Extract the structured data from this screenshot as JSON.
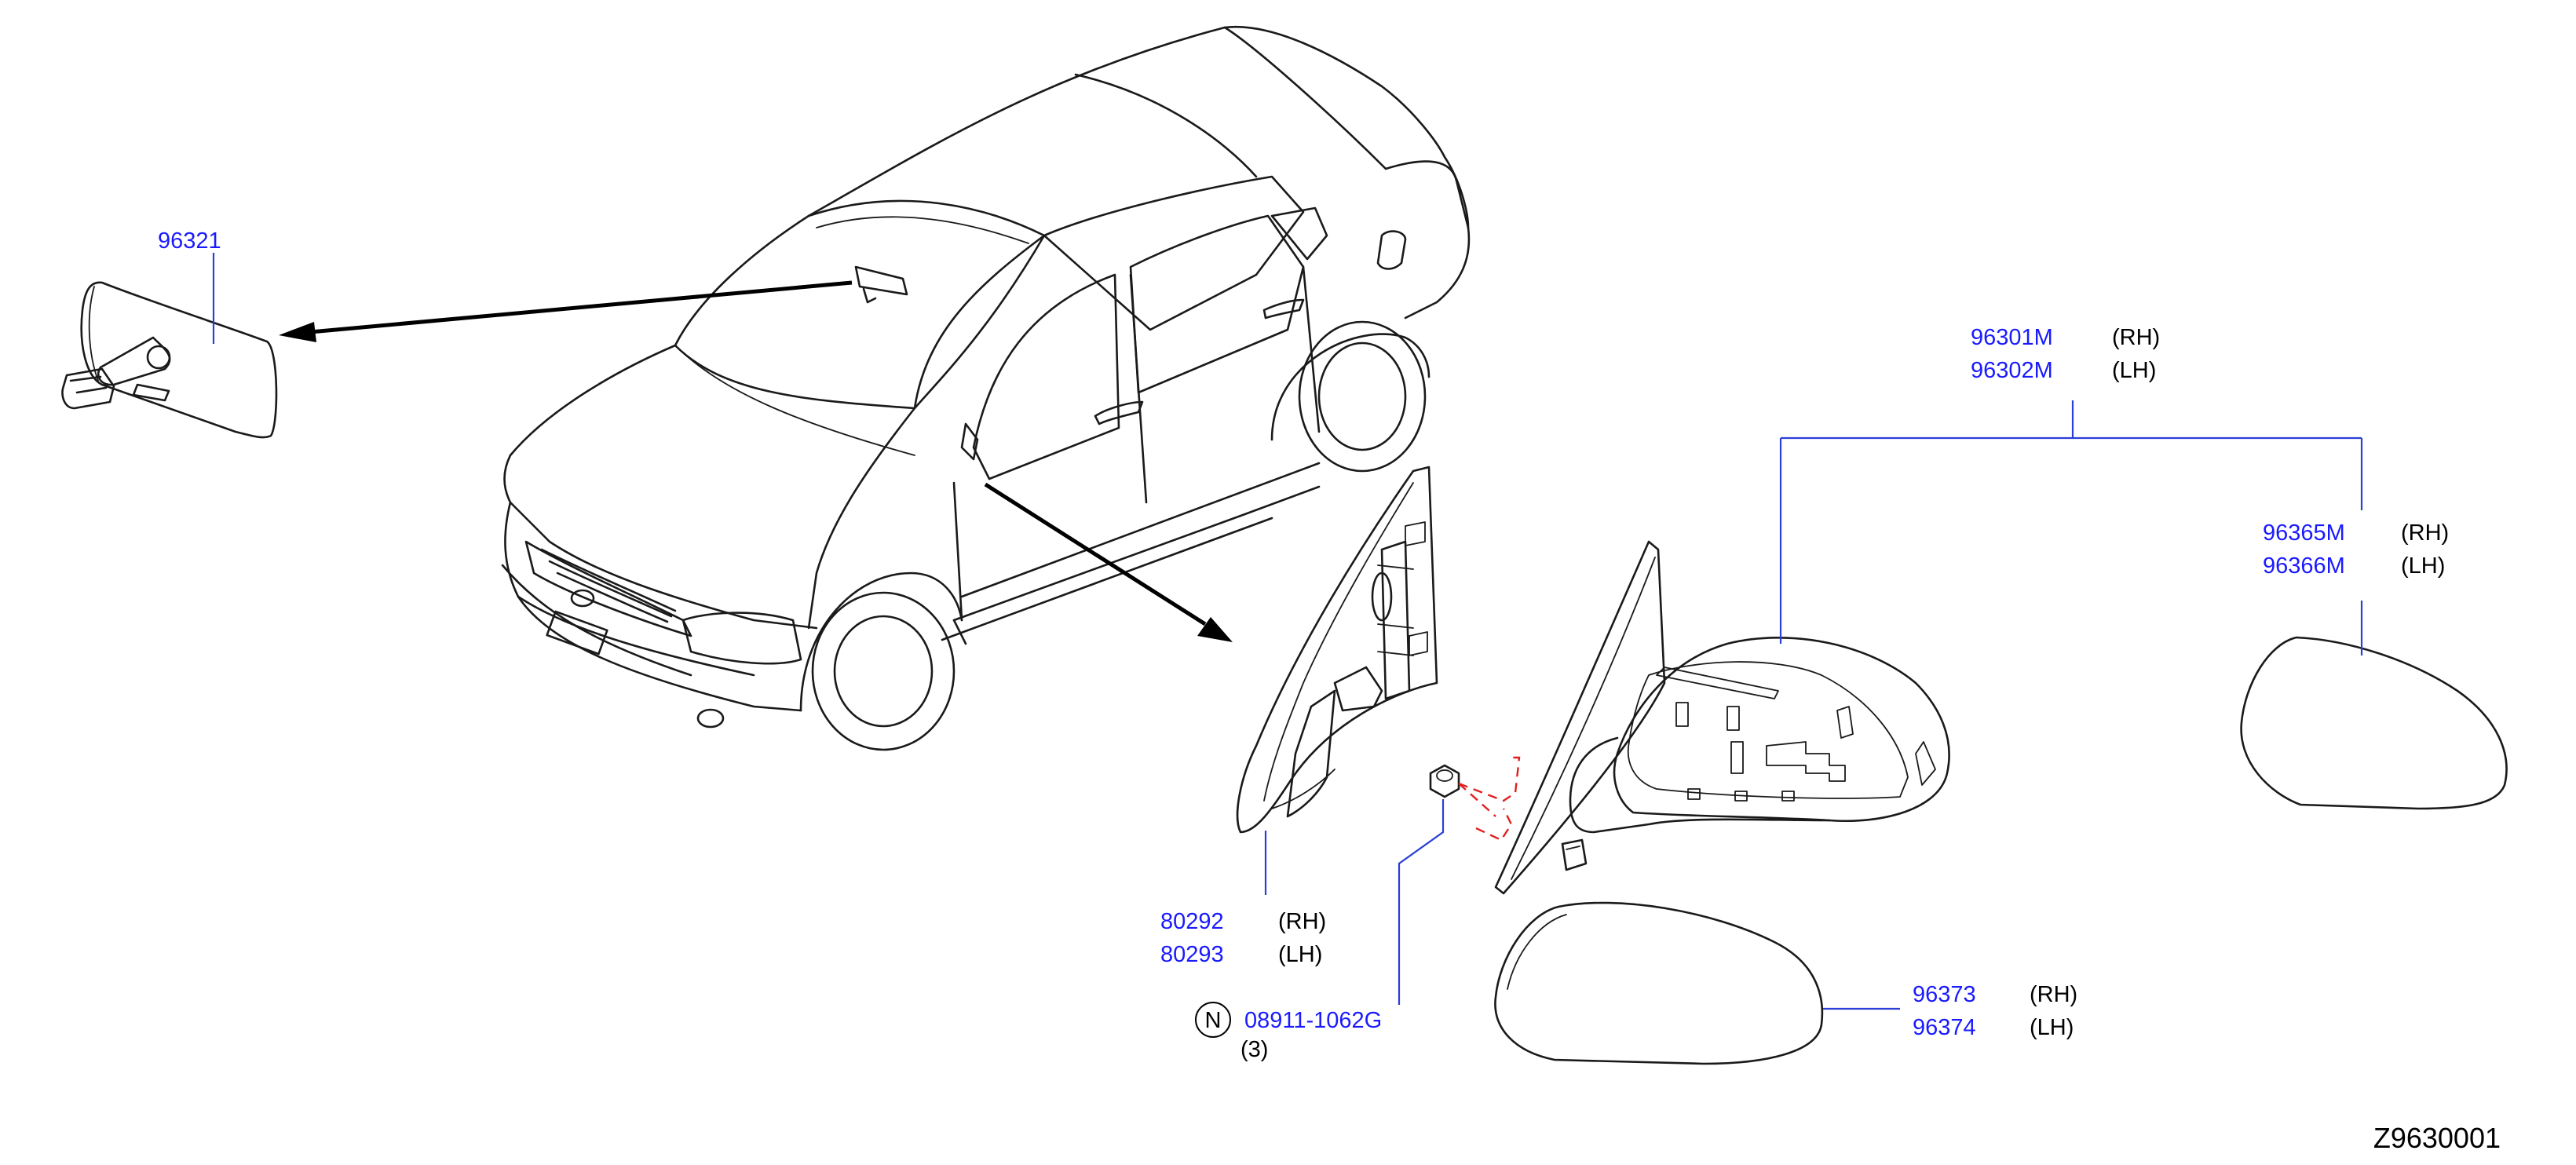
{
  "colors": {
    "part_number": "#1a1aff",
    "leader": "#2b3fd6",
    "outline": "#1a1a1a",
    "dashed_guide": "#e02020",
    "background": "#ffffff"
  },
  "callouts": {
    "inside_mirror": {
      "part": "96321"
    },
    "door_mirror_assy": [
      {
        "part": "96301M",
        "side": "(RH)"
      },
      {
        "part": "96302M",
        "side": "(LH)"
      }
    ],
    "mirror_glass": [
      {
        "part": "96365M",
        "side": "(RH)"
      },
      {
        "part": "96366M",
        "side": "(LH)"
      }
    ],
    "corner_finisher": [
      {
        "part": "80292",
        "side": "(RH)"
      },
      {
        "part": "80293",
        "side": "(LH)"
      }
    ],
    "nut": {
      "symbol": "N",
      "part": "08911-1062G",
      "qty": "(3)"
    },
    "mirror_cover": [
      {
        "part": "96373",
        "side": "(RH)"
      },
      {
        "part": "96374",
        "side": "(LH)"
      }
    ]
  },
  "diagram_id": "Z9630001"
}
